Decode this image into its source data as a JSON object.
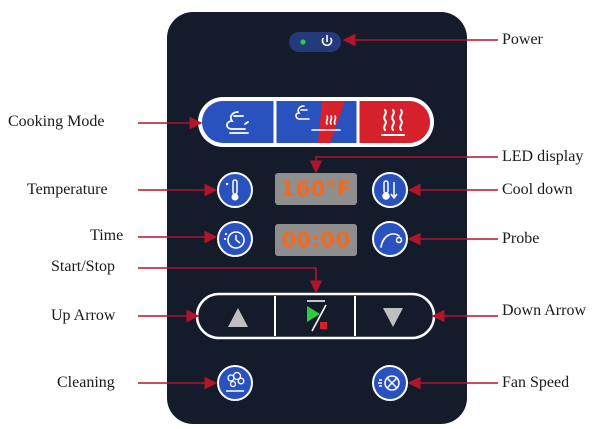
{
  "labels": {
    "power": "Power",
    "cooking_mode": "Cooking Mode",
    "led_display": "LED display",
    "temperature": "Temperature",
    "cool_down": "Cool down",
    "time": "Time",
    "probe": "Probe",
    "start_stop": "Start/Stop",
    "up_arrow": "Up Arrow",
    "down_arrow": "Down Arrow",
    "cleaning": "Cleaning",
    "fan_speed": "Fan Speed"
  },
  "display": {
    "temperature_value": "160°F",
    "time_value": "00:00"
  },
  "colors": {
    "panel": "#141b2a",
    "button_blue": "#2a52be",
    "button_red": "#d6202c",
    "leader_line": "#b0152a",
    "led_text": "#f36a1e",
    "led_bg": "#8e8e8e",
    "power_indicator": "#2ecc40"
  },
  "icons": {
    "power": "power-icon",
    "convection": "convection-fan-icon",
    "combi": "combi-steam-icon",
    "steam": "steam-icon",
    "temperature": "thermometer-icon",
    "cool_down": "cool-down-thermometer-icon",
    "time": "timer-icon",
    "probe": "probe-icon",
    "start_stop": "play-stop-icon",
    "up": "triangle-up-icon",
    "down": "triangle-down-icon",
    "cleaning": "cleaning-icon",
    "fan_speed": "fan-speed-icon"
  }
}
